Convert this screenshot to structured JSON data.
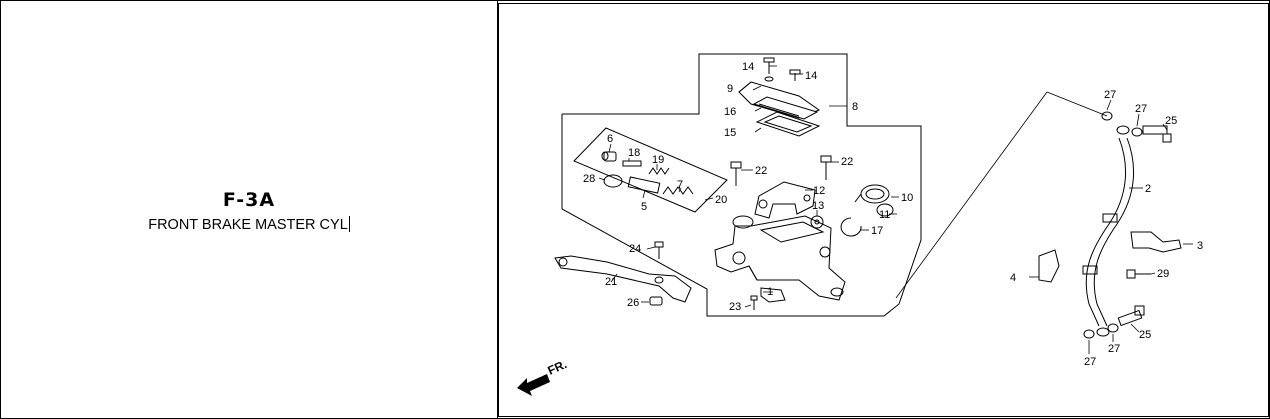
{
  "diagram": {
    "code": "F-3A",
    "title": "FRONT BRAKE MASTER CYL",
    "direction_label": "FR.",
    "callouts": {
      "c1": "1",
      "c2": "2",
      "c3": "3",
      "c4": "4",
      "c5": "5",
      "c6": "6",
      "c7": "7",
      "c8": "8",
      "c9": "9",
      "c10": "10",
      "c11": "11",
      "c12": "12",
      "c13": "13",
      "c14a": "14",
      "c14b": "14",
      "c15": "15",
      "c16": "16",
      "c17": "17",
      "c18": "18",
      "c19": "19",
      "c20": "20",
      "c21": "21",
      "c22a": "22",
      "c22b": "22",
      "c23": "23",
      "c24": "24",
      "c25a": "25",
      "c25b": "25",
      "c26": "26",
      "c27a": "27",
      "c27b": "27",
      "c27c": "27",
      "c27d": "27",
      "c28": "28",
      "c29": "29"
    }
  }
}
